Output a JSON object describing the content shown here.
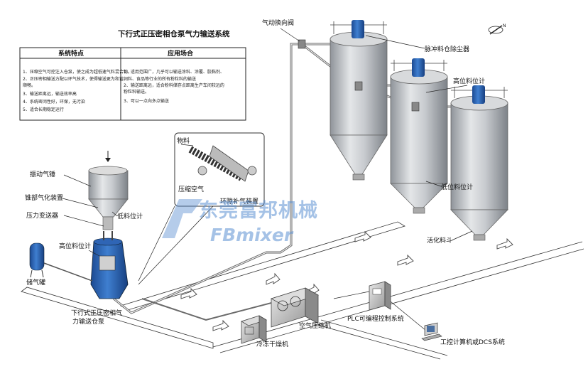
{
  "table": {
    "title": "下行式正压密相仓泵气力输送系统",
    "col_headers": [
      "系统特点",
      "应用场合"
    ],
    "features": [
      "1、压缩空气可控注入仓泵，使之成为超低速气料混合物。",
      "2、正压密相输送方配以环气技术，使得输送更为和谐、",
      "顺畅。",
      "3、输送距离远，输送效率高",
      "4、系统密闭性好，环保，无污染",
      "5、适合长期稳定运行"
    ],
    "applications": [
      "1、适用范围广，几乎可以输送涂料、涂覆、胶黏剂、",
      "饲料、食品等行业的所有粉粒料的输送",
      "2、输送距离远，适合粉料储存点距离生产车间较远的",
      "粉粒料输送。",
      "3、可以一点向多点输送"
    ]
  },
  "labels": {
    "pneumatic_valve": "气动换向阀",
    "dust_collector": "脉冲料仓除尘器",
    "high_level_right": "高位料位计",
    "low_level_right": "低位料位计",
    "activation_cone": "活化料斗",
    "material": "物料",
    "compressed_air": "压缩空气",
    "booster": "环隙补气装置",
    "vibrator": "振动气锤",
    "cone_aerator": "锥部气化装置",
    "pressure_transmitter": "压力变送器",
    "low_level_left": "低料位计",
    "high_level_left": "高位料位计",
    "air_tank": "储气罐",
    "pump_name_line1": "下行式正压密相气",
    "pump_name_line2": "力输送仓泵",
    "compressor": "空气压缩机",
    "dryer": "冷冻干燥机",
    "plc": "PLC可编程控制系统",
    "dcs": "工控计算机或DCS系统"
  },
  "watermark": {
    "line1": "东莞富邦机械",
    "line2": "FBmixer"
  },
  "colors": {
    "silo_body": "#c9ccd0",
    "silo_shade": "#9a9ea4",
    "blue_device": "#2a5fb0",
    "pipe": "#6a6a6a",
    "watermark": "#5b8fd1"
  }
}
